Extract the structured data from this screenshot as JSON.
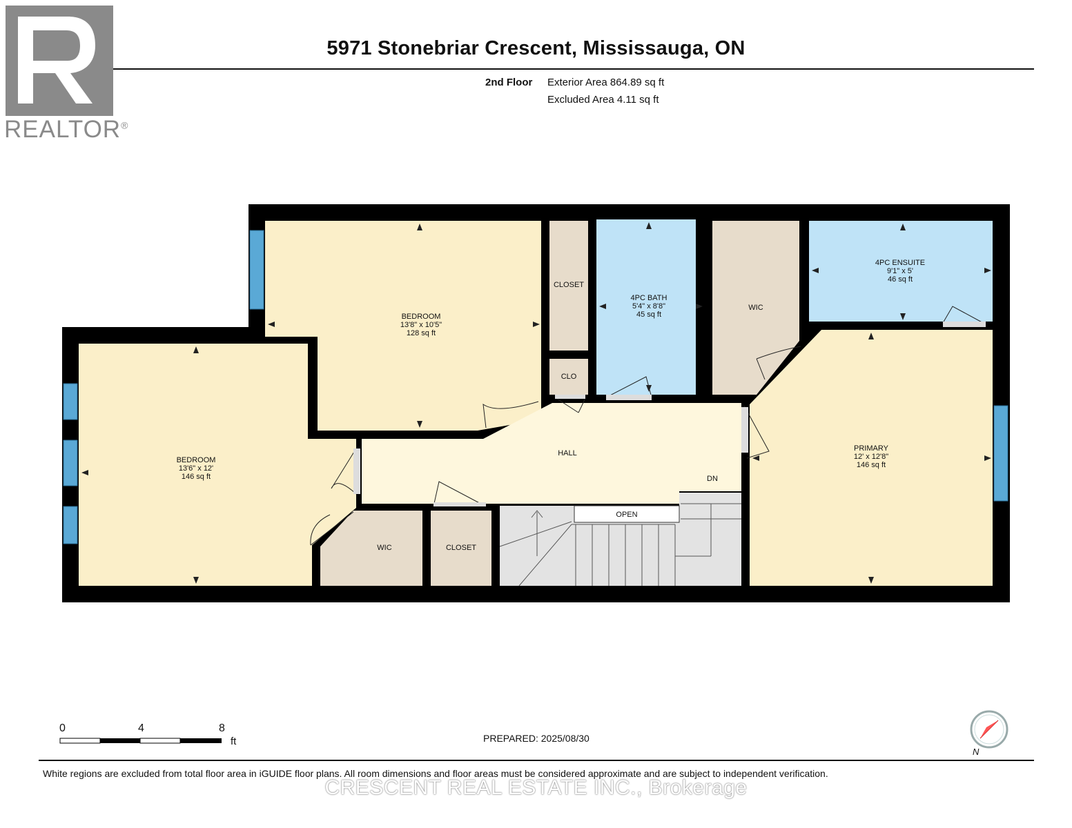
{
  "header": {
    "title": "5971 Stonebriar Crescent, Mississauga, ON",
    "floor": "2nd Floor",
    "exterior_area": "Exterior Area 864.89 sq ft",
    "excluded_area": "Excluded Area 4.11 sq ft"
  },
  "logo": {
    "text": "REALTOR",
    "mark": "®"
  },
  "rooms": {
    "bedroom2": {
      "name": "BEDROOM",
      "dims": "13'8\" x 10'5\"",
      "area": "128 sq ft"
    },
    "bedroom1": {
      "name": "BEDROOM",
      "dims": "13'6\" x 12'",
      "area": "146 sq ft"
    },
    "closet_top": {
      "name": "CLOSET"
    },
    "clo": {
      "name": "CLO"
    },
    "bath": {
      "name": "4PC BATH",
      "dims": "5'4\" x 8'8\"",
      "area": "45 sq ft"
    },
    "wic_top": {
      "name": "WIC"
    },
    "ensuite": {
      "name": "4PC ENSUITE",
      "dims": "9'1\" x 5'",
      "area": "46 sq ft"
    },
    "hall": {
      "name": "HALL"
    },
    "primary": {
      "name": "PRIMARY",
      "dims": "12' x 12'8\"",
      "area": "146 sq ft"
    },
    "wic_bottom": {
      "name": "WIC"
    },
    "closet_bottom": {
      "name": "CLOSET"
    },
    "stairs_open": {
      "name": "OPEN"
    },
    "stairs_dn": {
      "name": "DN"
    }
  },
  "scale": {
    "tick0": "0",
    "tick1": "4",
    "tick2": "8",
    "unit": "ft"
  },
  "footer": {
    "prepared": "PREPARED: 2025/08/30",
    "disclaimer": "White regions are excluded from total floor area in iGUIDE floor plans. All room dimensions and floor areas must be considered approximate and are subject to independent verification.",
    "brokerage": "CRESCENT REAL ESTATE INC., Brokerage"
  },
  "compass": {
    "label": "N",
    "icon": "compass-icon"
  },
  "colors": {
    "bedroom": "#fbefc9",
    "bath": "#bfe3f7",
    "closet": "#e7dccb",
    "hall": "#fef7dd",
    "stairs": "#e3e3e3",
    "wall": "#000000",
    "window": "#5aa9d6"
  }
}
